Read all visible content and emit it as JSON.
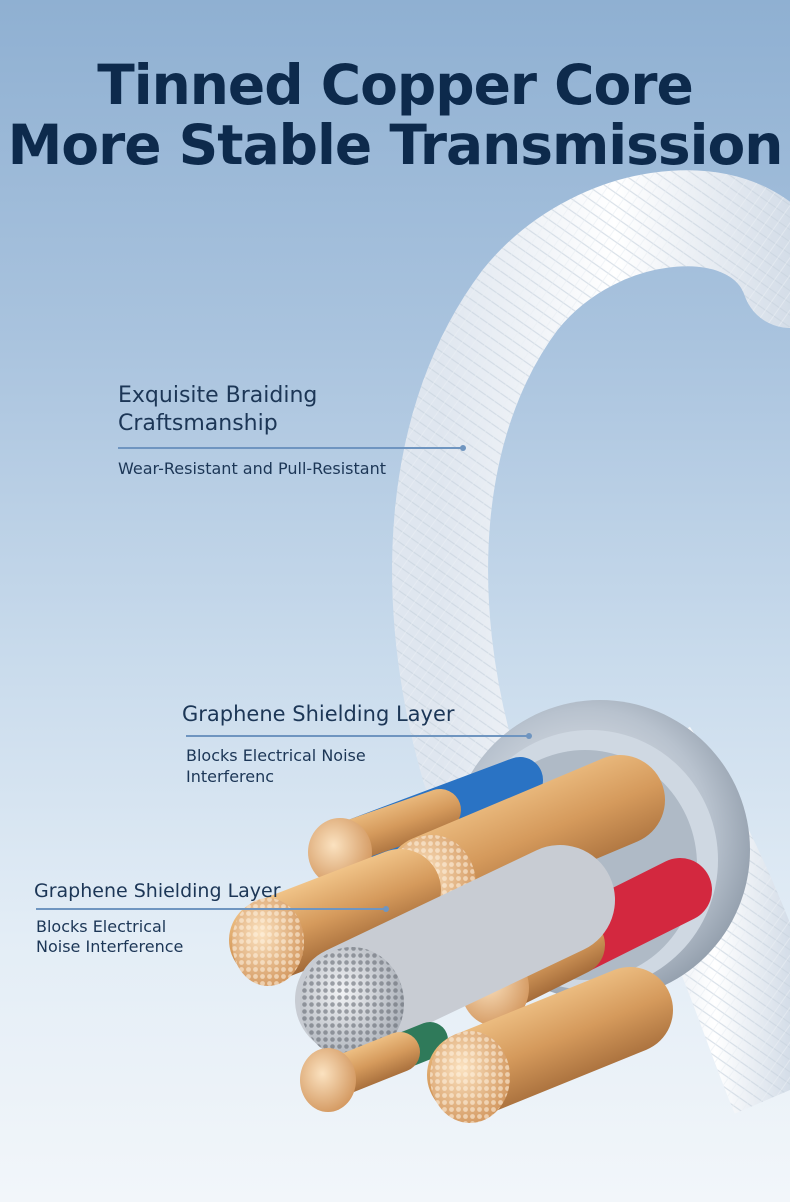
{
  "headline": {
    "line1": "Tinned Copper Core",
    "line2": "More Stable Transmission"
  },
  "callouts": [
    {
      "title_line1": "Exquisite Braiding",
      "title_line2": "Craftsmanship",
      "subtitle": "Wear-Resistant and Pull-Resistant"
    },
    {
      "title": "Graphene Shielding Layer",
      "subtitle_line1": "Blocks Electrical Noise",
      "subtitle_line2": "Interferenc"
    },
    {
      "title": "Graphene Shielding Layer",
      "subtitle_line1": "Blocks Electrical",
      "subtitle_line2": "Noise Interference"
    }
  ],
  "colors": {
    "headline": "#0d2a4c",
    "callout_line": "#6f95c0",
    "copper": "#d59a5c",
    "tinned": "#c8ccd3",
    "insulation_red": "#d3283f",
    "insulation_blue": "#2a73c4",
    "braid": "#f3f5f8"
  }
}
